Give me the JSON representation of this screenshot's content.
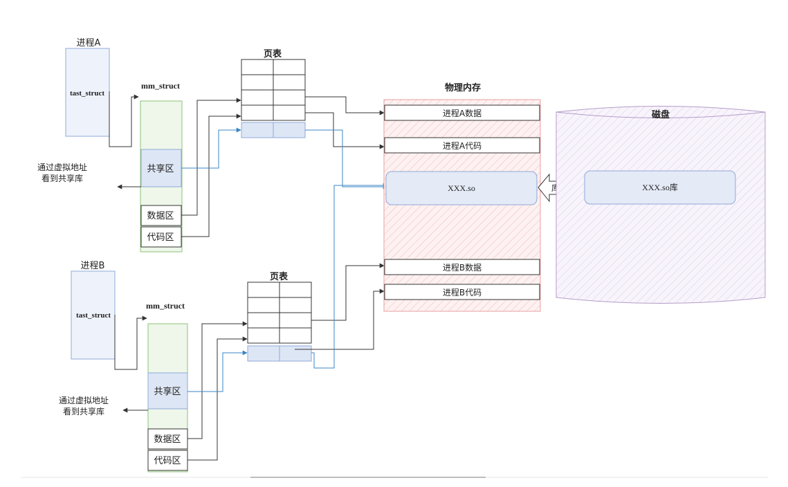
{
  "process_a": {
    "title": "进程A",
    "task_struct": "tast_struct",
    "mm_struct": "mm_struct",
    "shared_region": "共享区",
    "data_region": "数据区",
    "code_region": "代码区",
    "annotation_line1": "通过虚拟地址",
    "annotation_line2": "看到共享库",
    "page_table": "页表"
  },
  "process_b": {
    "title": "进程B",
    "task_struct": "tast_struct",
    "mm_struct": "mm_struct",
    "shared_region": "共享区",
    "data_region": "数据区",
    "code_region": "代码区",
    "annotation_line1": "通过虚拟地址",
    "annotation_line2": "看到共享库",
    "page_table": "页表"
  },
  "physical_memory": {
    "title": "物理内存",
    "a_data": "进程A数据",
    "a_code": "进程A代码",
    "shared_lib": "XXX.so",
    "b_data": "进程B数据",
    "b_code": "进程B代码"
  },
  "disk": {
    "title": "磁盘",
    "library": "XXX.so库"
  },
  "load_arrow_label": "库加载",
  "colors": {
    "task_struct_fill": "#eef3fb",
    "task_struct_stroke": "#8fa8d8",
    "mm_struct_fill": "#eef7ea",
    "mm_struct_stroke": "#8cc07a",
    "shared_fill": "#dde6f5",
    "memory_fill": "#fbe9e9",
    "memory_stroke": "#e8a0a0",
    "disk_fill": "#f3eef7",
    "disk_stroke": "#b39cc8",
    "blue_link": "#3a86c4"
  }
}
